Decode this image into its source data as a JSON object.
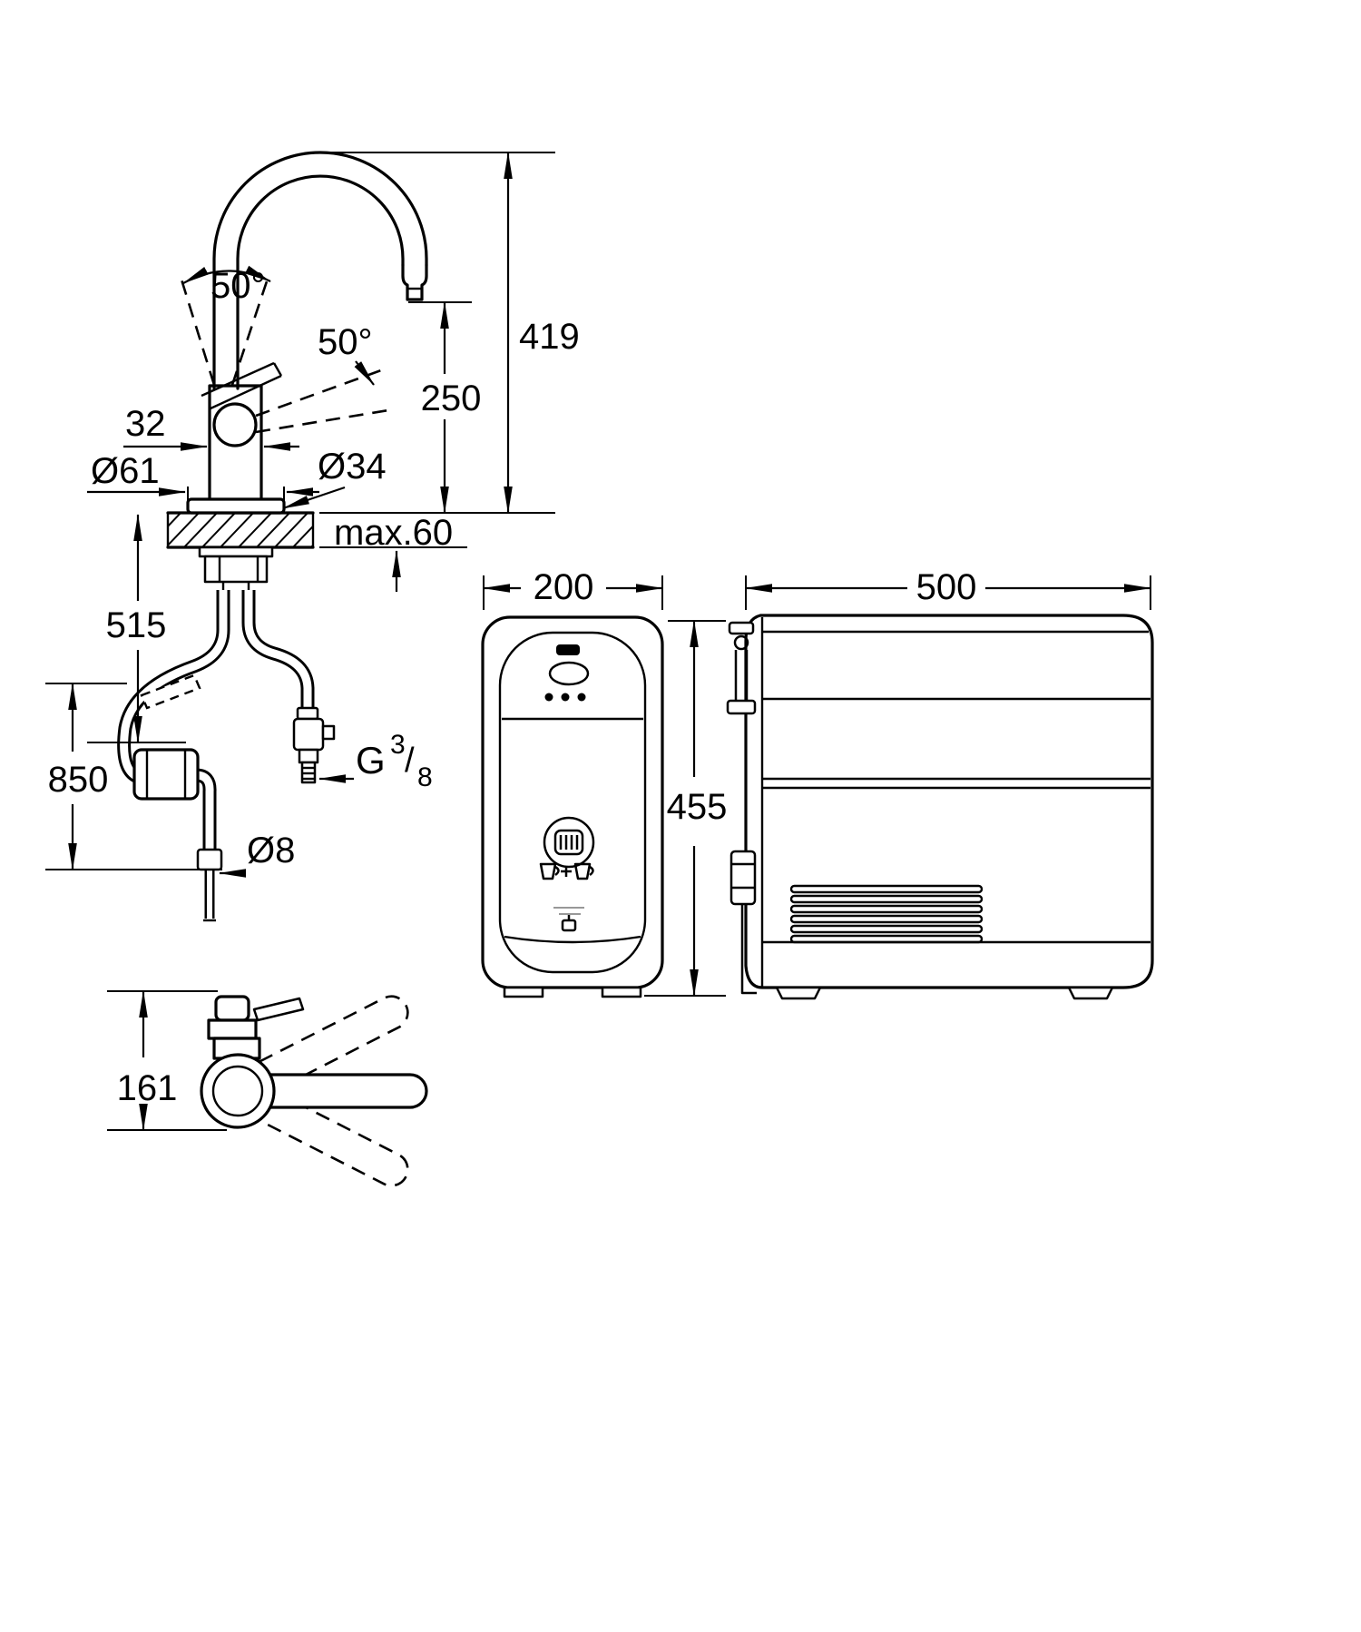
{
  "page": {
    "background": "#ffffff",
    "line_color": "#000000",
    "description_units": "mm"
  },
  "faucet_front": {
    "swivel_angle": "50°",
    "lever_angle": "50°",
    "total_height": "419",
    "outlet_height": "250",
    "body_width": "32",
    "base_diameter": "Ø61",
    "hole_diameter": "Ø34",
    "max_counter_thickness": "max.60",
    "hose_length_upper": "515",
    "hose_length_lower": "850",
    "hose_diameter": "Ø8",
    "thread": {
      "letter": "G",
      "numerator": "3",
      "slash": "/",
      "denominator": "8"
    }
  },
  "faucet_top": {
    "swivel_height": "161"
  },
  "cooler_front": {
    "width": "200",
    "height": "455"
  },
  "cooler_side": {
    "depth": "500"
  }
}
